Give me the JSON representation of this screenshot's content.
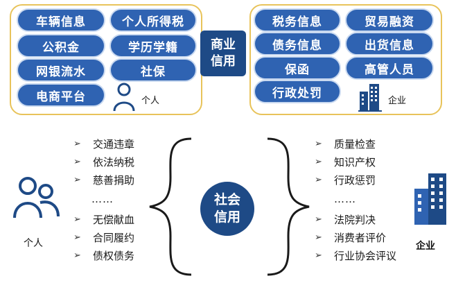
{
  "business_credit": {
    "title_line1": "商业",
    "title_line2": "信用",
    "personal_items": [
      "车辆信息",
      "个人所得税",
      "公积金",
      "学历学籍",
      "网银流水",
      "社保",
      "电商平台"
    ],
    "personal_label": "个人",
    "enterprise_items": [
      "税务信息",
      "贸易融资",
      "债务信息",
      "出货信息",
      "保函",
      "高管人员",
      "行政处罚"
    ],
    "enterprise_label": "企业"
  },
  "social_credit": {
    "title_line1": "社会",
    "title_line2": "信用",
    "personal_items_top": [
      "交通违章",
      "依法纳税",
      "慈善捐助"
    ],
    "personal_items_bottom": [
      "无偿献血",
      "合同履约",
      "债权债务"
    ],
    "personal_ellipsis": "……",
    "personal_label": "个人",
    "enterprise_items_top": [
      "质量检查",
      "知识产权",
      "行政惩罚"
    ],
    "enterprise_items_bottom": [
      "法院判决",
      "消费者评价",
      "行业协会评议"
    ],
    "enterprise_ellipsis": "……",
    "enterprise_label": "企业"
  },
  "colors": {
    "pill_blue": "#2f63b2",
    "dark_blue": "#1e4a86",
    "panel_border": "#e8c35a"
  },
  "icons": {
    "bullet": "arrow-bullet-icon",
    "person": "person-icon",
    "people": "people-icon",
    "building": "building-icon"
  }
}
